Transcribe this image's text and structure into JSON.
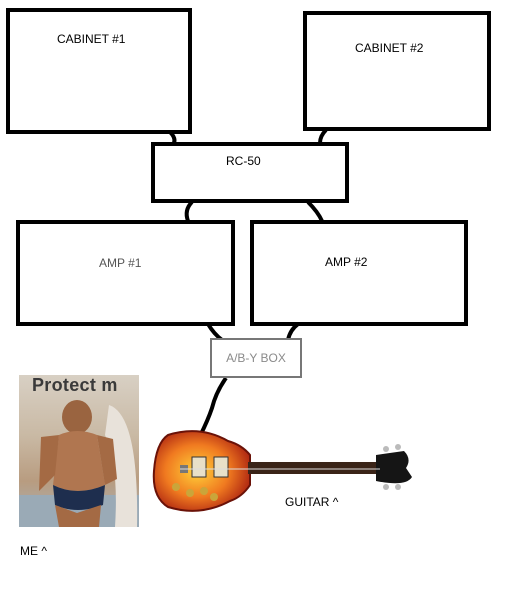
{
  "diagram": {
    "cabinet1": "CABINET #1",
    "cabinet2": "CABINET #2",
    "rc50": "RC-50",
    "amp1": "AMP #1",
    "amp2": "AMP #2",
    "abybox": "A/B-Y BOX",
    "guitar_label": "GUITAR ^",
    "me_label": "ME ^",
    "photo_caption": "Protect m"
  }
}
